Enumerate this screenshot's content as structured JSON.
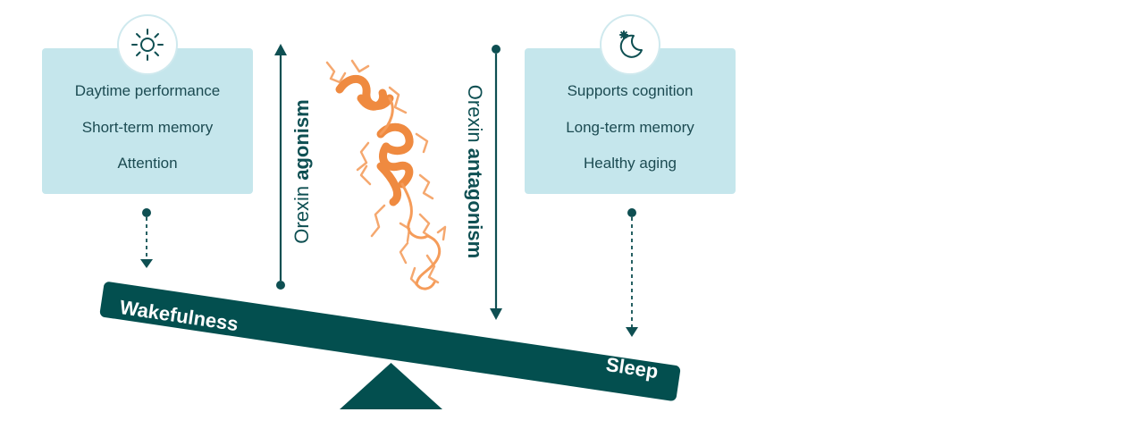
{
  "wakefulness_card": {
    "items": [
      "Daytime performance",
      "Short-term memory",
      "Attention"
    ],
    "icon": "sun-icon"
  },
  "sleep_card": {
    "items": [
      "Supports cognition",
      "Long-term memory",
      "Healthy aging"
    ],
    "icon": "moon-icon"
  },
  "labels": {
    "agonism_prefix": "Orexin ",
    "agonism_bold": "agonism",
    "antagonism_prefix": "Orexin ",
    "antagonism_bold": "antagonism"
  },
  "seesaw": {
    "left_label": "Wakefulness",
    "right_label": "Sleep"
  },
  "colors": {
    "card_bg": "#c5e6ec",
    "dark_teal": "#034f4f",
    "text_teal": "#1c4b52",
    "protein_orange": "#f08a3c"
  }
}
